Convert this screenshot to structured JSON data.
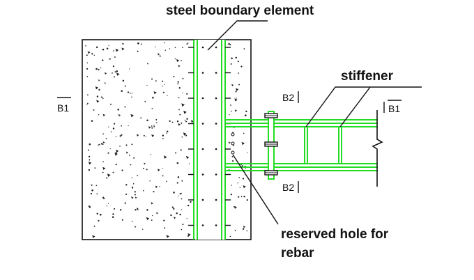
{
  "labels": {
    "steel_boundary_element": "steel boundary element",
    "stiffener": "stiffener",
    "reserved_hole_line1": "reserved hole for",
    "reserved_hole_line2": "rebar"
  },
  "section_marks": {
    "b1_left": "B1",
    "b1_right": "B1",
    "b2_top": "B2",
    "b2_bottom": "B2"
  },
  "colors": {
    "steel": "#22dd22",
    "line": "#111111",
    "concrete_fill": "#ffffff",
    "background": "#ffffff"
  }
}
